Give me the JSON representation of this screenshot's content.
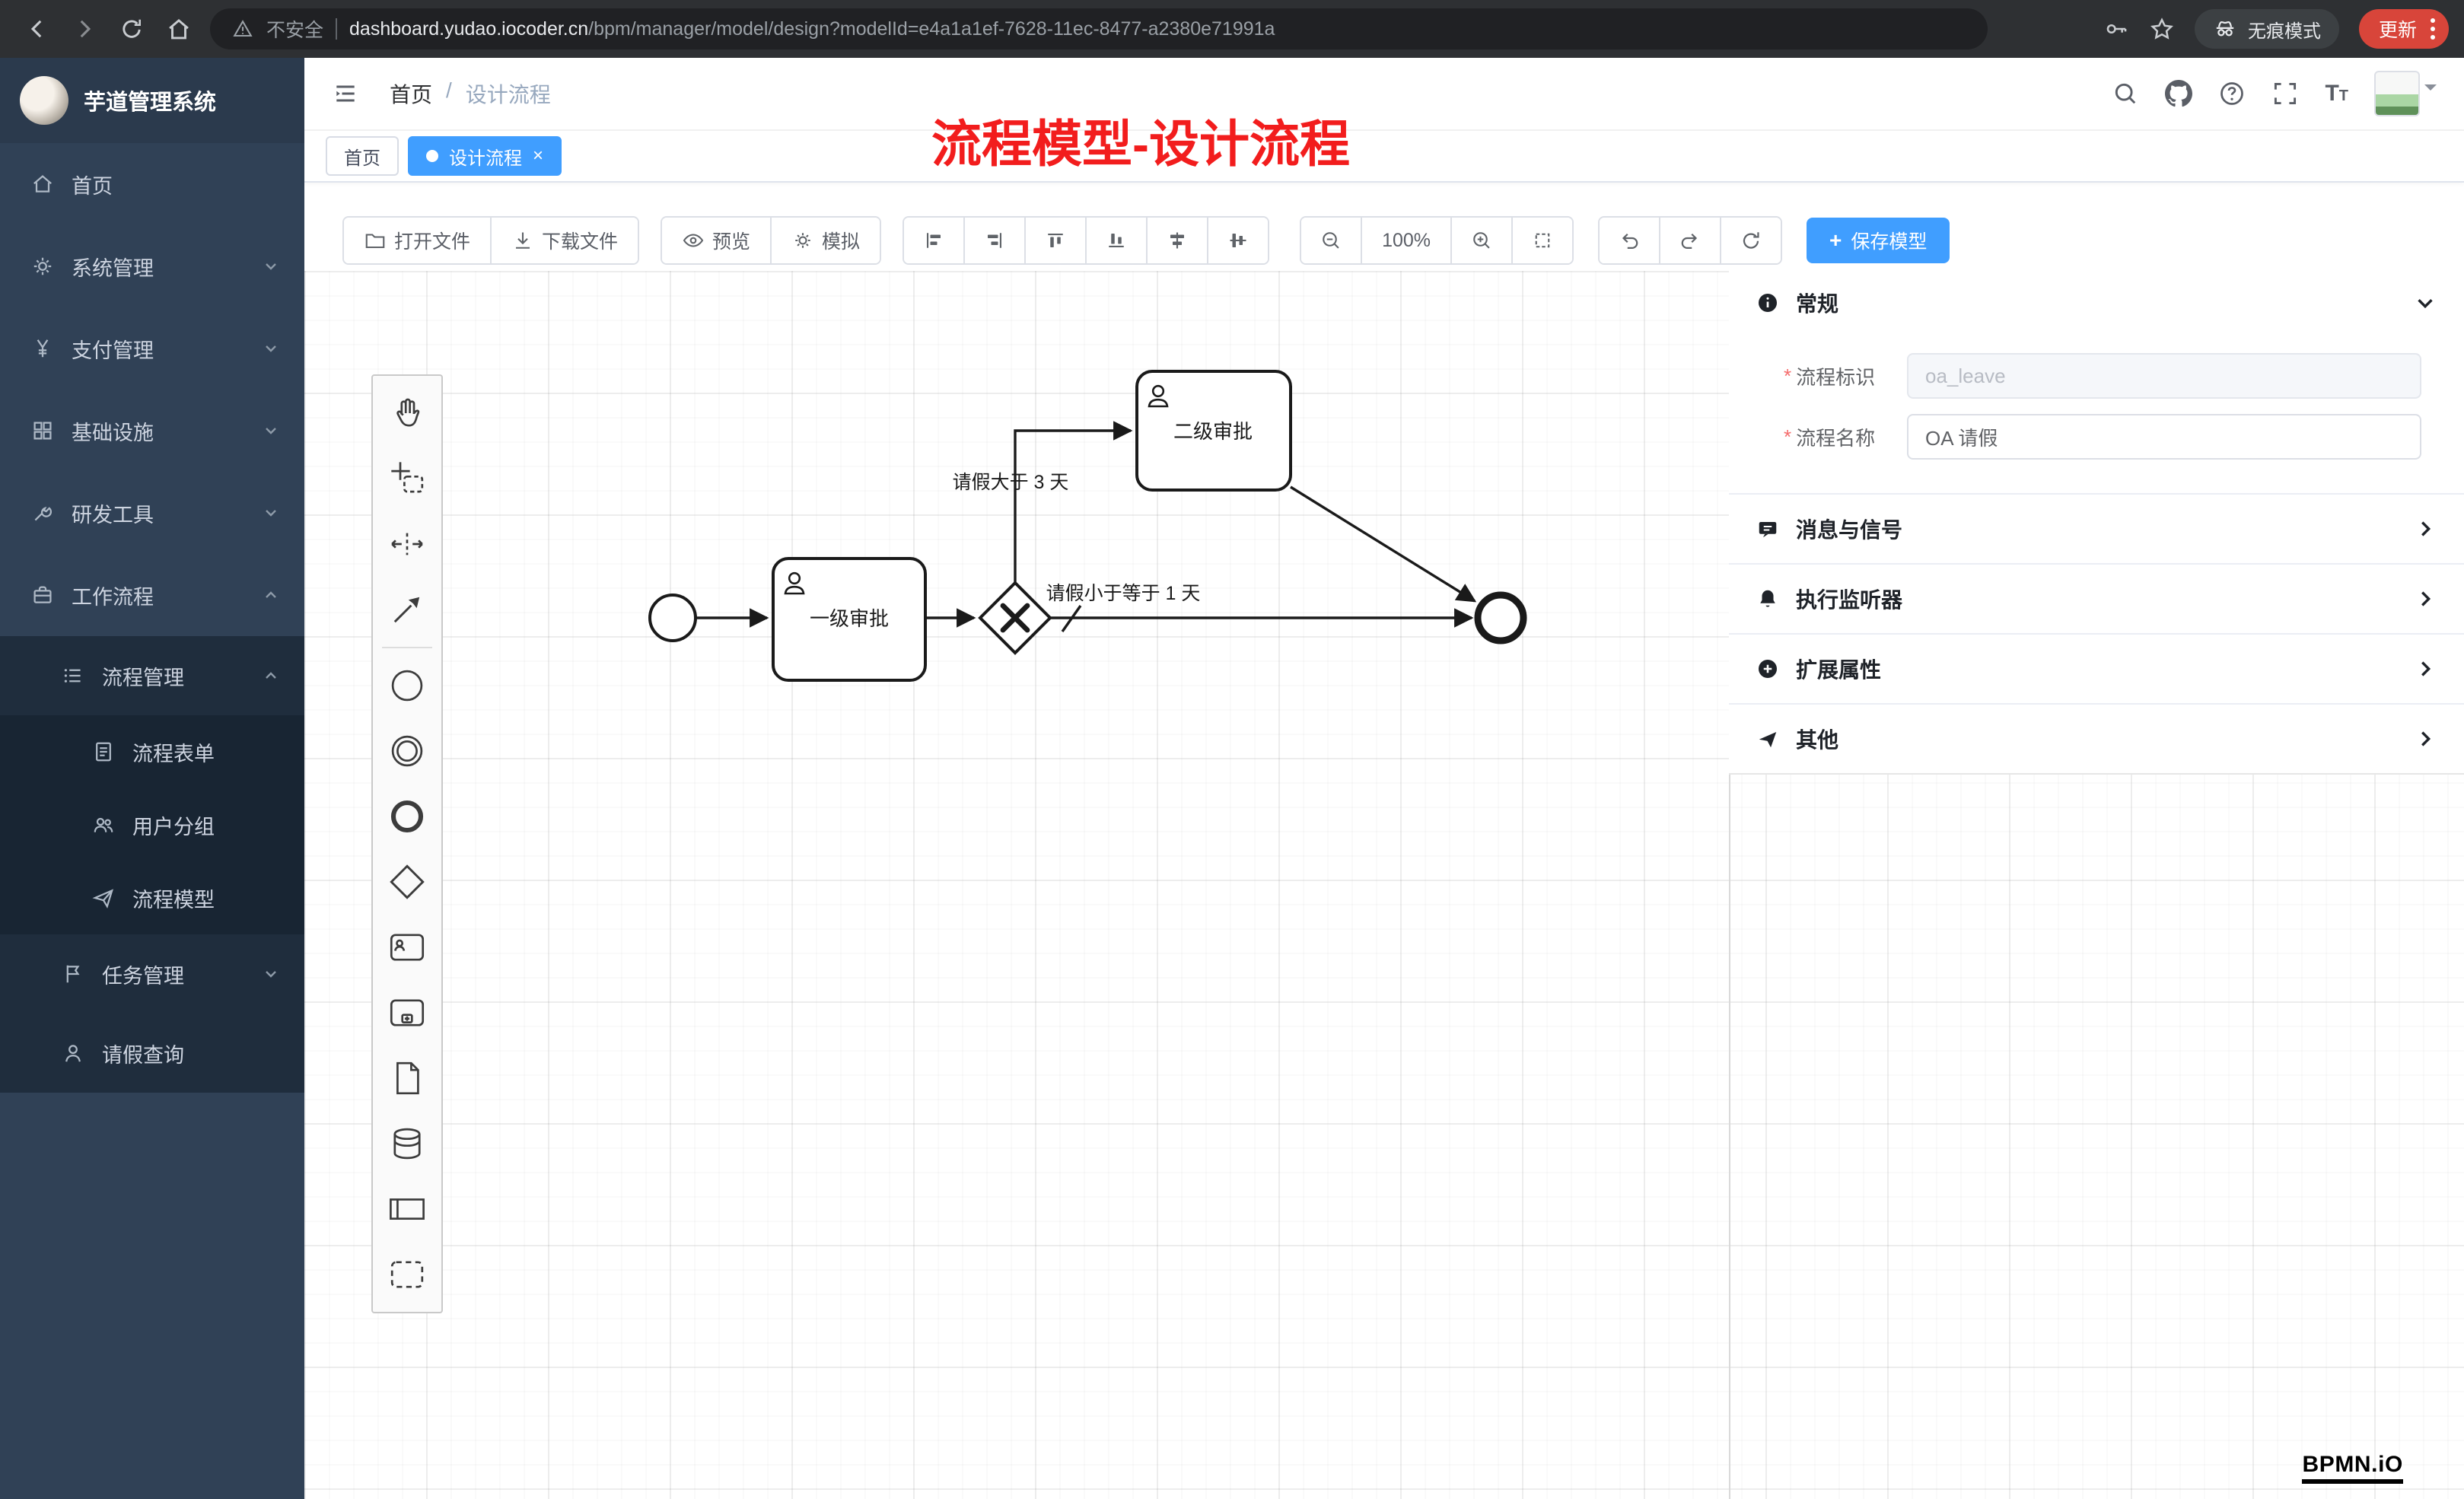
{
  "chrome": {
    "security_label": "不安全",
    "url_host": "dashboard.yudao.iocoder.cn",
    "url_path": "/bpm/manager/model/design?modelId=e4a1a1ef-7628-11ec-8477-a2380e71991a",
    "incognito_label": "无痕模式",
    "update_label": "更新"
  },
  "sidebar": {
    "logo_title": "芋道管理系统",
    "items": [
      {
        "label": "首页",
        "icon": "home-icon"
      },
      {
        "label": "系统管理",
        "icon": "gear-icon"
      },
      {
        "label": "支付管理",
        "icon": "yen-icon"
      },
      {
        "label": "基础设施",
        "icon": "grid-icon"
      },
      {
        "label": "研发工具",
        "icon": "wrench-icon"
      },
      {
        "label": "工作流程",
        "icon": "briefcase-icon"
      },
      {
        "label": "流程管理",
        "icon": "list-icon"
      },
      {
        "label": "流程表单",
        "icon": "document-icon"
      },
      {
        "label": "用户分组",
        "icon": "users-icon"
      },
      {
        "label": "流程模型",
        "icon": "send-icon"
      },
      {
        "label": "任务管理",
        "icon": "flag-icon"
      },
      {
        "label": "请假查询",
        "icon": "person-icon"
      }
    ]
  },
  "header": {
    "breadcrumb_root": "首页",
    "breadcrumb_separator": "/",
    "breadcrumb_current": "设计流程"
  },
  "annotation": {
    "text": "流程模型-设计流程"
  },
  "tabs": {
    "home": "首页",
    "design": "设计流程",
    "close": "×"
  },
  "toolbar": {
    "open_label": "打开文件",
    "download_label": "下载文件",
    "preview_label": "预览",
    "simulate_label": "模拟",
    "zoom_level": "100%",
    "save_plus": "+",
    "save_label": "保存模型"
  },
  "palette": {
    "tools": [
      "hand-tool",
      "lasso-tool",
      "space-tool",
      "global-connect-tool",
      "create-start-event",
      "create-intermediate-event",
      "create-end-event",
      "create-gateway",
      "create-user-task",
      "create-subprocess",
      "create-data-object",
      "create-data-store",
      "create-participant",
      "create-group"
    ]
  },
  "diagram": {
    "task1": "一级审批",
    "task2": "二级审批",
    "flow_above": "请假大于 3 天",
    "flow_below": "请假小于等于 1 天"
  },
  "panel": {
    "general_title": "常规",
    "fields": [
      {
        "label": "流程标识",
        "required": "*",
        "value": "oa_leave"
      },
      {
        "label": "流程名称",
        "required": "*",
        "value": "OA 请假"
      }
    ],
    "sections": [
      {
        "label": "消息与信号",
        "icon": "message-icon"
      },
      {
        "label": "执行监听器",
        "icon": "bell-icon"
      },
      {
        "label": "扩展属性",
        "icon": "plus-circle-icon"
      },
      {
        "label": "其他",
        "icon": "send-icon"
      }
    ]
  },
  "watermark": "BPMN.iO",
  "colors": {
    "accent": "#409eff",
    "sidebar_bg": "#304156",
    "annotation_red": "#f21d1d",
    "update_red": "#d8453a"
  }
}
